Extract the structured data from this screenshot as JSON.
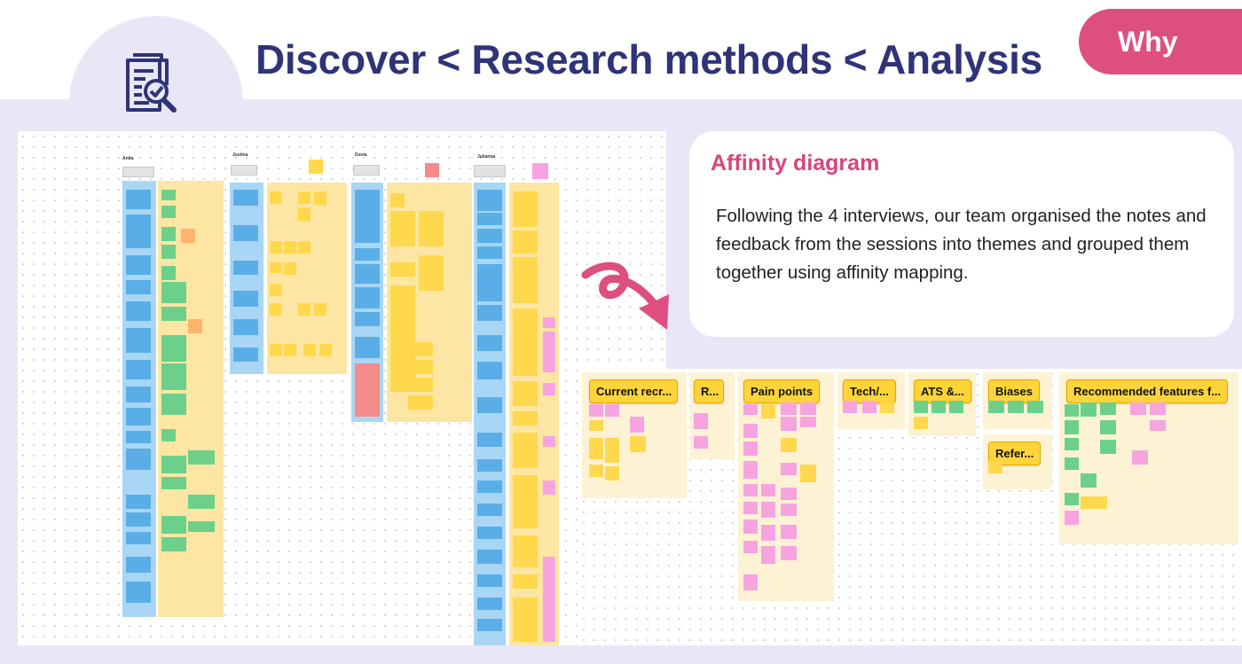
{
  "header": {
    "title": "Discover < Research methods < Analysis",
    "why_label": "Why",
    "icon": "document-search-icon"
  },
  "card": {
    "title": "Affinity diagram",
    "text": "Following the 4 interviews, our team organised the notes and feedback from the sessions into themes and grouped them together using affinity mapping."
  },
  "board_left": {
    "columns": [
      {
        "name": "Anita"
      },
      {
        "name": "Justina"
      },
      {
        "name": "Dovia"
      },
      {
        "name": "Julianna"
      }
    ]
  },
  "board_right": {
    "themes": [
      {
        "label": "Current recr..."
      },
      {
        "label": "R..."
      },
      {
        "label": "Pain points"
      },
      {
        "label": "Tech/..."
      },
      {
        "label": "ATS &..."
      },
      {
        "label": "Biases"
      },
      {
        "label": "Refer..."
      },
      {
        "label": "Recommended features f..."
      }
    ]
  },
  "colors": {
    "brand_navy": "#2f3478",
    "accent_pink": "#dd4f7e",
    "band_lavender": "#e9e6f7"
  }
}
